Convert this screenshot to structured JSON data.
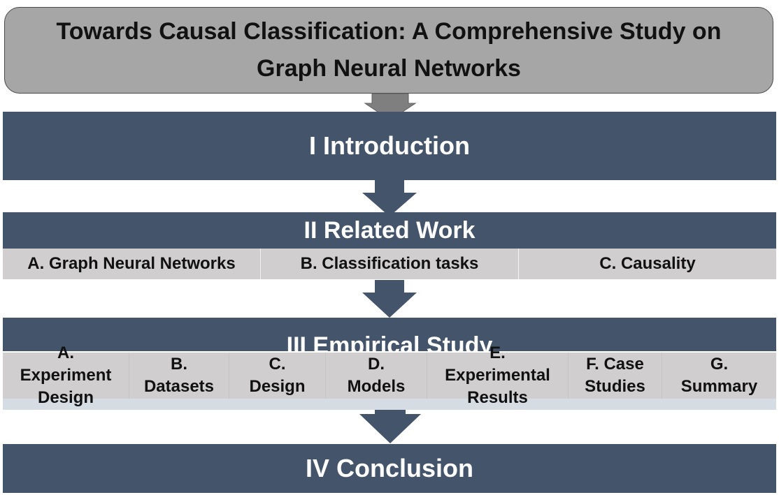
{
  "title": {
    "line1": "Towards Causal Classification: A Comprehensive Study on",
    "line2": "Graph Neural Networks"
  },
  "sections": [
    {
      "label": "I  Introduction",
      "subsections": []
    },
    {
      "label": "II  Related Work",
      "subsections": [
        "A. Graph Neural Networks",
        "B. Classification tasks",
        "C. Causality"
      ]
    },
    {
      "label": "III  Empirical Study",
      "subsections": [
        [
          "A.",
          "Experiment",
          "Design"
        ],
        [
          "B.",
          "Datasets"
        ],
        [
          "C.",
          "Design"
        ],
        [
          "D.",
          "Models"
        ],
        [
          "E.",
          "Experimental",
          "Results"
        ],
        [
          "F. Case",
          "Studies"
        ],
        [
          "G.",
          "Summary"
        ]
      ]
    },
    {
      "label": "IV Conclusion",
      "subsections": []
    }
  ],
  "colors": {
    "band": "#44546a",
    "title_box": "#a6a6a6",
    "subsection_row": "#d0cece",
    "arrow_dark": "#44546a",
    "arrow_gray": "#7f7f7f"
  }
}
